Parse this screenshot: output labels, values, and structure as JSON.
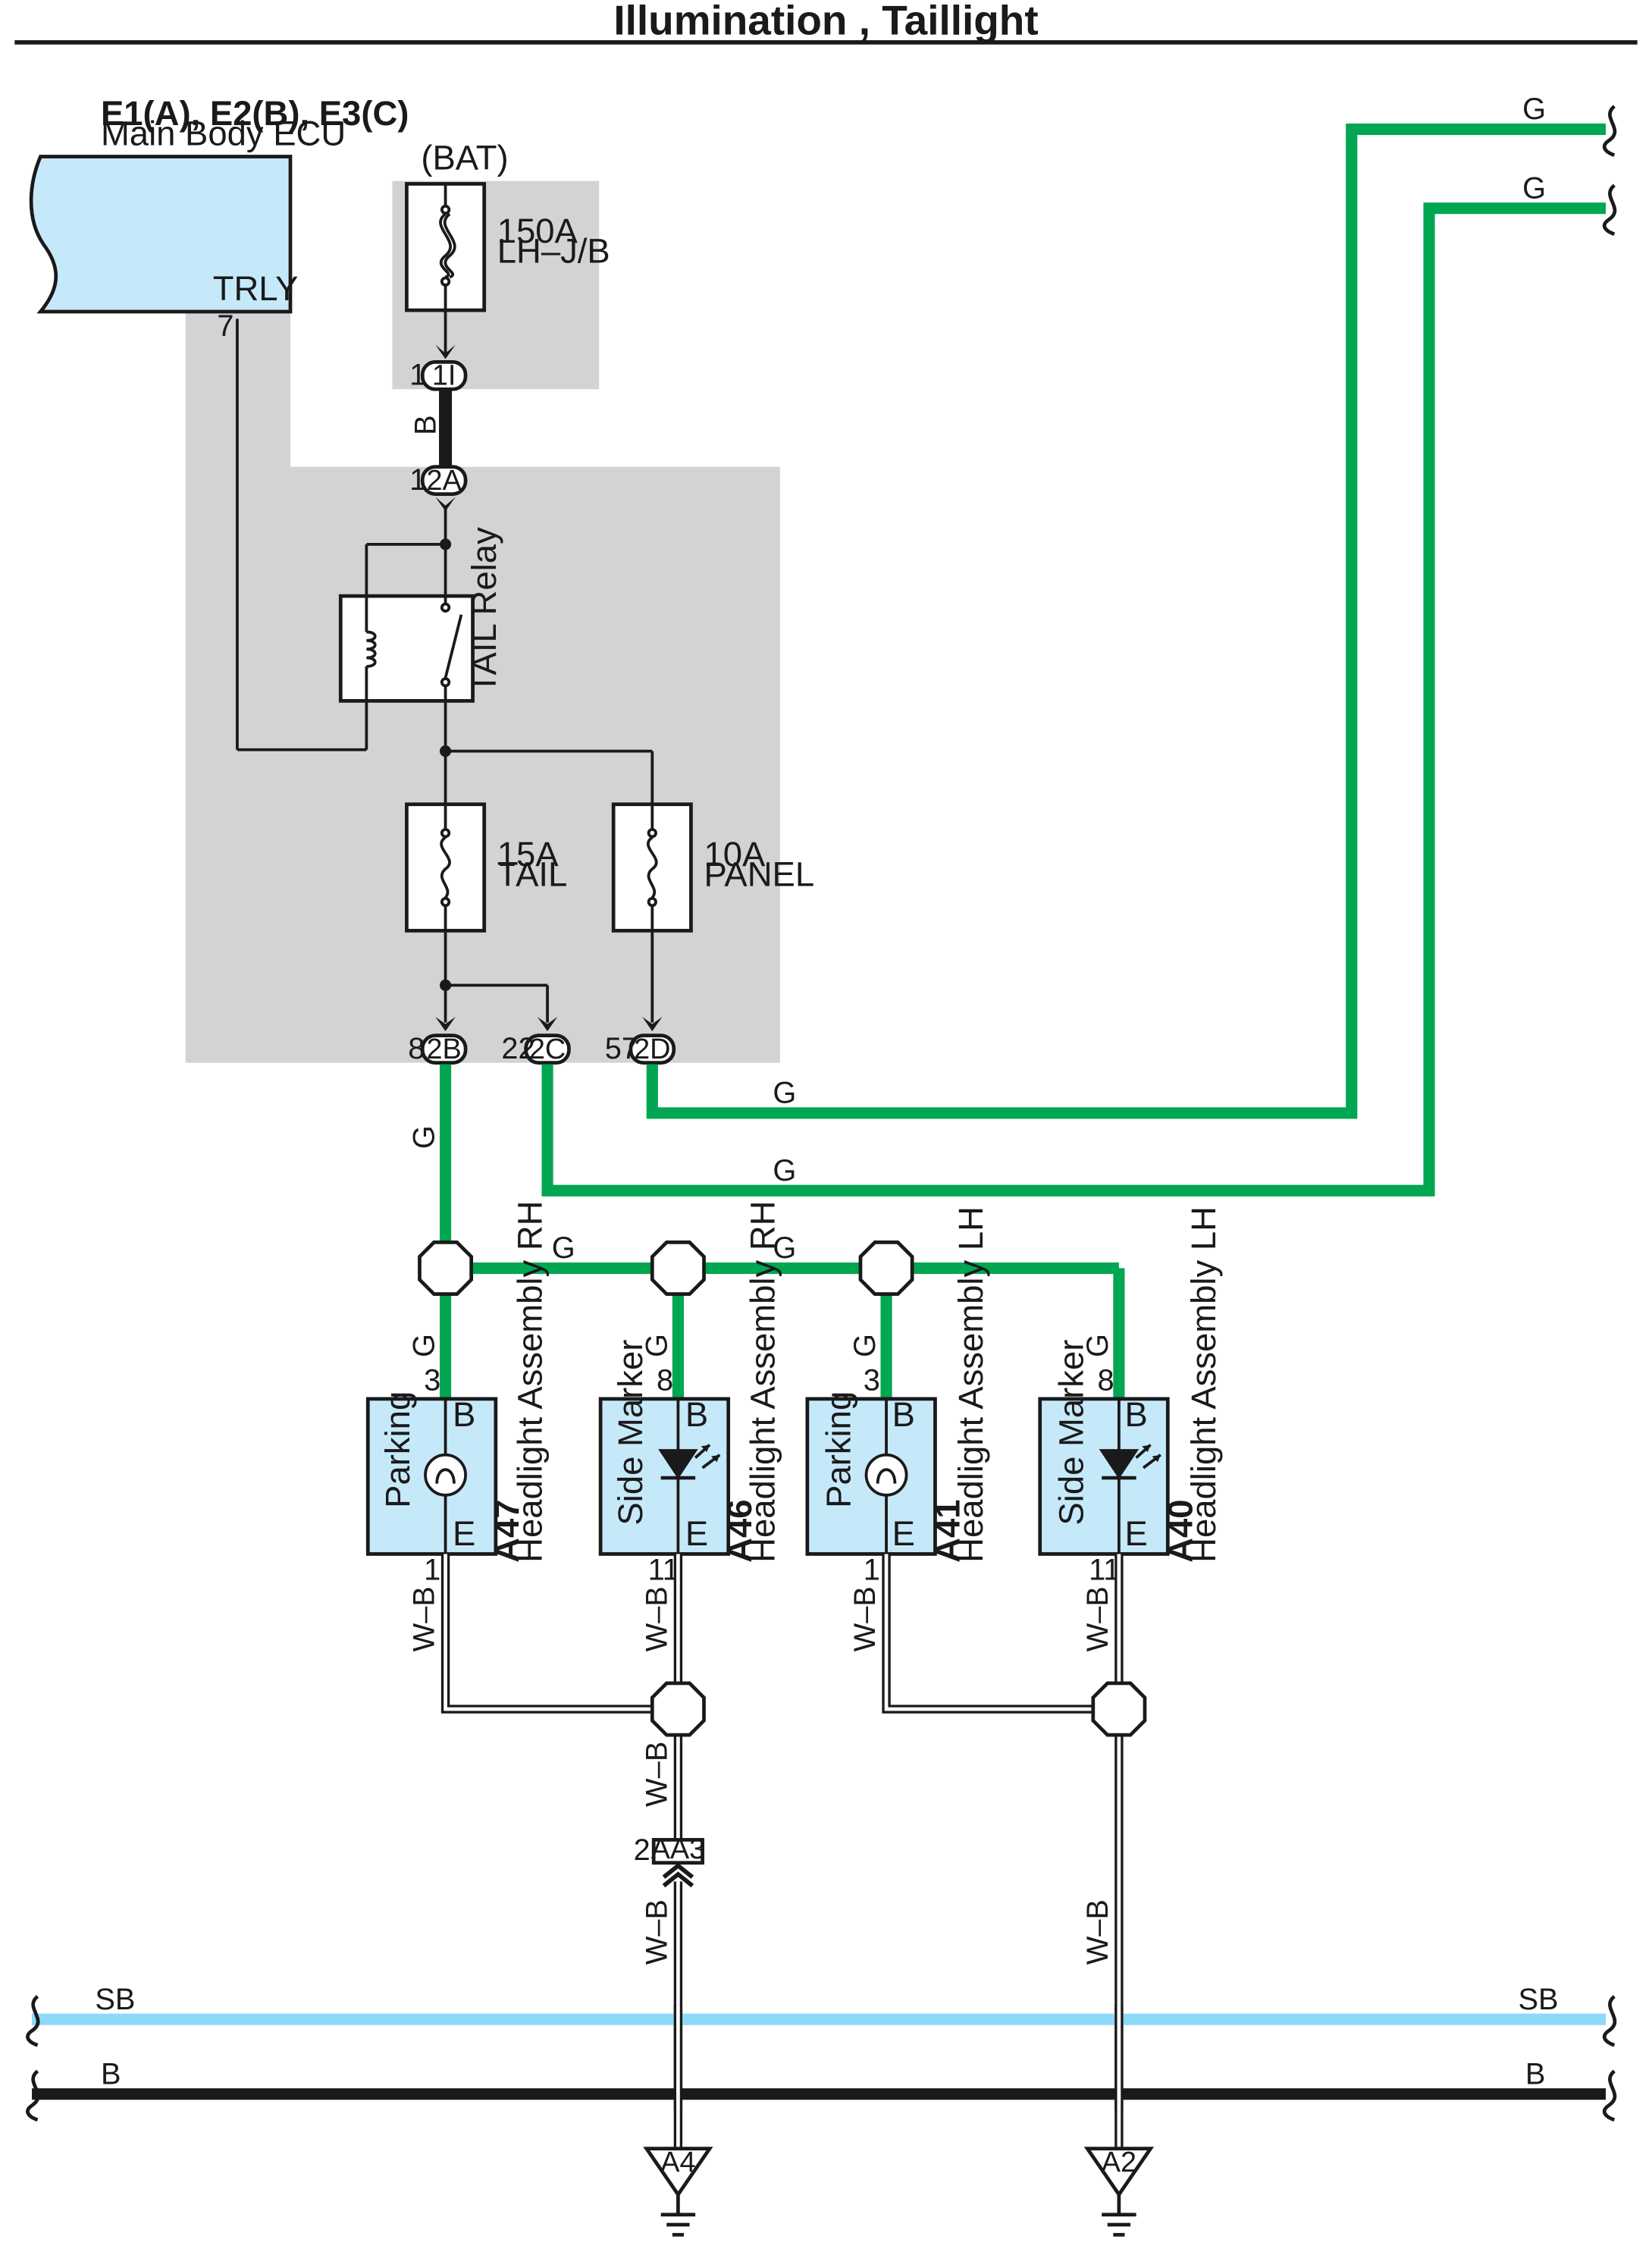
{
  "title": "Illumination , Taillight",
  "colors": {
    "green_wire": "#00a651",
    "black_wire": "#1a1a1a",
    "sky_blue_wire": "#8ed8f8",
    "component_fill": "#c6e9fa",
    "junction_block_fill": "#d1d3d4"
  },
  "ecu": {
    "code": "E1(A), E2(B), E3(C)",
    "name": "Main Body ECU",
    "terminal": "TRLY",
    "pin": "7"
  },
  "battery": {
    "label": "(BAT)",
    "fuse_rating": "150A",
    "fuse_location": "LH–J/B",
    "connector_pin": "1",
    "connector": "1I"
  },
  "supply_wire_color": "B",
  "relay_block": {
    "input_pin": "1",
    "input_connector": "2A",
    "relay_name": "TAIL Relay",
    "fuses": [
      {
        "rating": "15A",
        "name": "TAIL"
      },
      {
        "rating": "10A",
        "name": "PANEL"
      }
    ],
    "outputs": [
      {
        "pin": "8",
        "connector": "2B"
      },
      {
        "pin": "22",
        "connector": "2C"
      },
      {
        "pin": "57",
        "connector": "2D"
      }
    ]
  },
  "wire_colors": {
    "green": "G",
    "white_black": "W–B",
    "sky_blue": "SB",
    "black": "B"
  },
  "components": [
    {
      "code": "A47",
      "name": "Headlight Assembly RH",
      "function": "Parking",
      "top_pin": "3",
      "bottom_pin": "1",
      "terminal_b": "B",
      "terminal_e": "E"
    },
    {
      "code": "A46",
      "name": "Headlight Assembly RH",
      "function": "Side Marker",
      "top_pin": "8",
      "bottom_pin": "11",
      "terminal_b": "B",
      "terminal_e": "E"
    },
    {
      "code": "A41",
      "name": "Headlight Assembly LH",
      "function": "Parking",
      "top_pin": "3",
      "bottom_pin": "1",
      "terminal_b": "B",
      "terminal_e": "E"
    },
    {
      "code": "A40",
      "name": "Headlight Assembly LH",
      "function": "Side Marker",
      "top_pin": "8",
      "bottom_pin": "11",
      "terminal_b": "B",
      "terminal_e": "E"
    }
  ],
  "inline_connector": {
    "pin": "2",
    "code": "AA3"
  },
  "grounds": [
    {
      "code": "A4"
    },
    {
      "code": "A2"
    }
  ]
}
